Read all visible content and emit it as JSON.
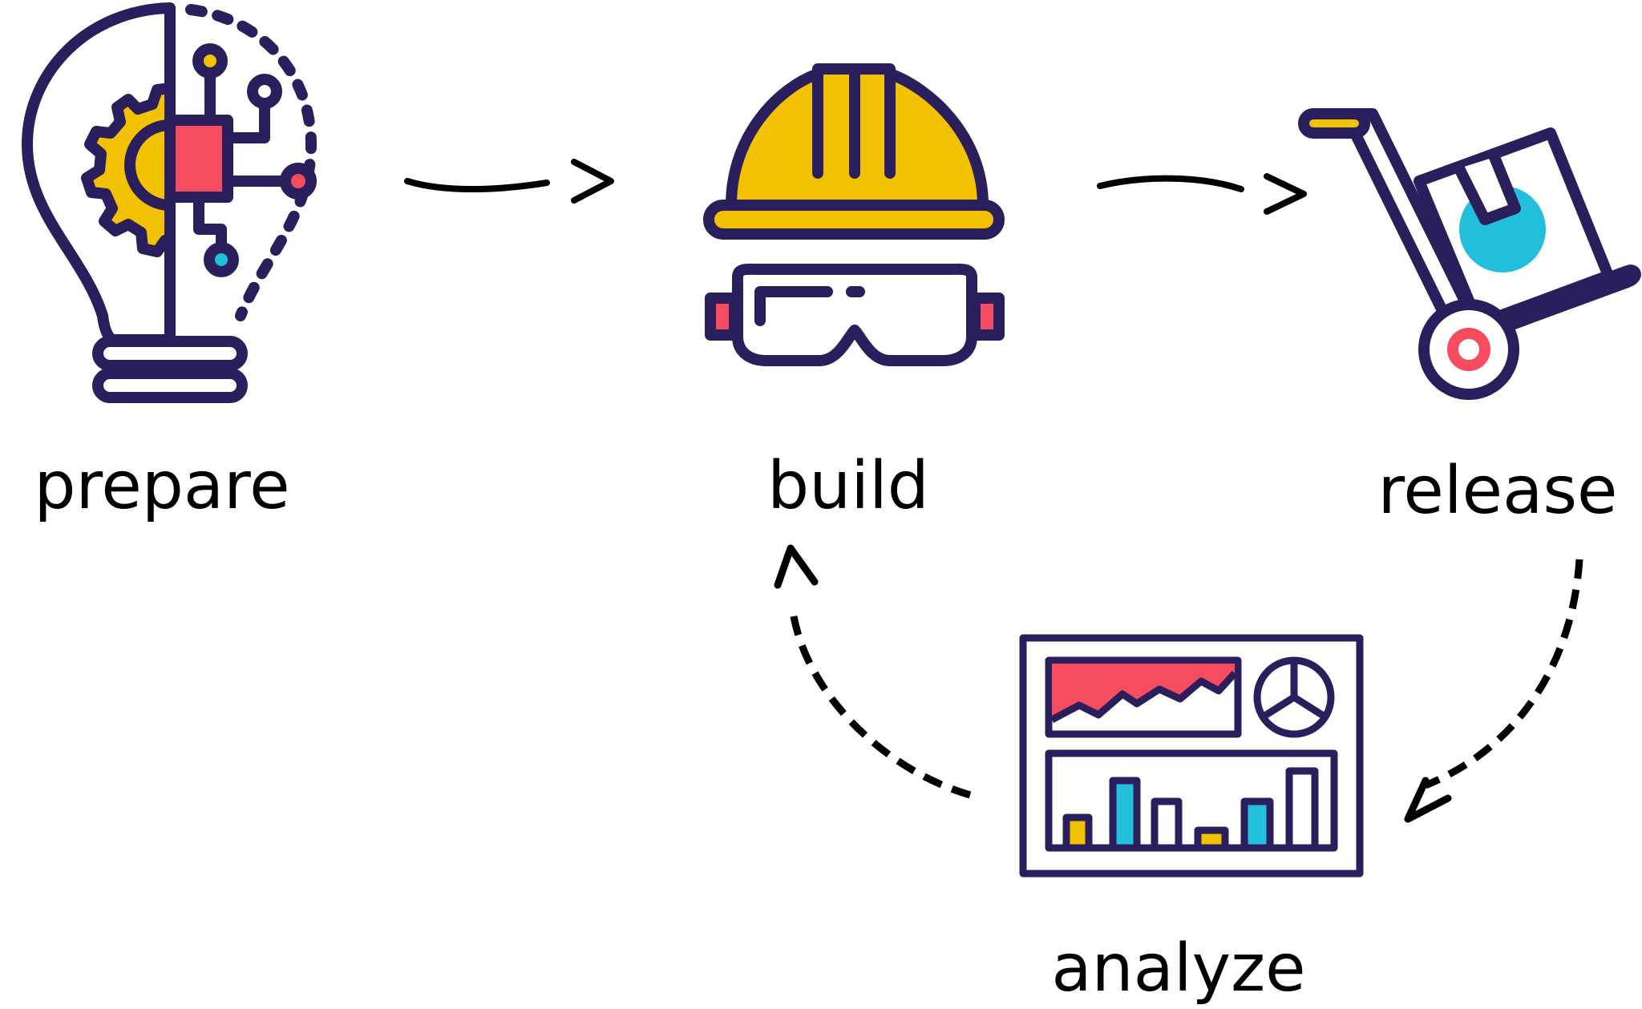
{
  "steps": {
    "prepare": {
      "label": "prepare",
      "icon": "lightbulb-gear-circuit-icon"
    },
    "build": {
      "label": "build",
      "icon": "hardhat-goggles-icon"
    },
    "release": {
      "label": "release",
      "icon": "hand-truck-box-icon"
    },
    "analyze": {
      "label": "analyze",
      "icon": "dashboard-charts-icon"
    }
  },
  "colors": {
    "outline": "#2a1f5c",
    "yellow": "#f2c200",
    "red": "#f64c5f",
    "cyan": "#22bfdc",
    "arrow": "#000000",
    "background": "#ffffff"
  }
}
